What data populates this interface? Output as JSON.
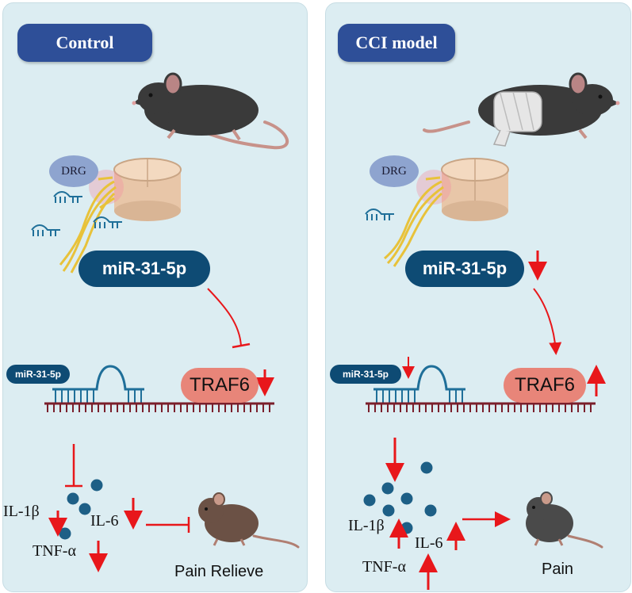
{
  "panels": {
    "control": {
      "title": "Control",
      "drg_label": "DRG",
      "mirna_label": "miR-31-5p",
      "mirna_small_label": "miR-31-5p",
      "target_label": "TRAF6",
      "cytokines": {
        "il1b": "IL-1β",
        "il6": "IL-6",
        "tnfa": "TNF-α"
      },
      "outcome": "Pain Relieve"
    },
    "cci": {
      "title": "CCI model",
      "drg_label": "DRG",
      "mirna_label": "miR-31-5p",
      "mirna_small_label": "miR-31-5p",
      "target_label": "TRAF6",
      "cytokines": {
        "il1b": "IL-1β",
        "il6": "IL-6",
        "tnfa": "TNF-α"
      },
      "outcome": "Pain"
    }
  },
  "colors": {
    "panel_bg": "#dcedf2",
    "title_badge": "#2e4f98",
    "mirna_pill": "#0e4b74",
    "traf6_pill": "#e88579",
    "arrow_red": "#e8171b",
    "mrna_strand": "#7a1f2b",
    "mirna_strand": "#1f6f99",
    "cytokine_dot": "#1d5f86"
  }
}
